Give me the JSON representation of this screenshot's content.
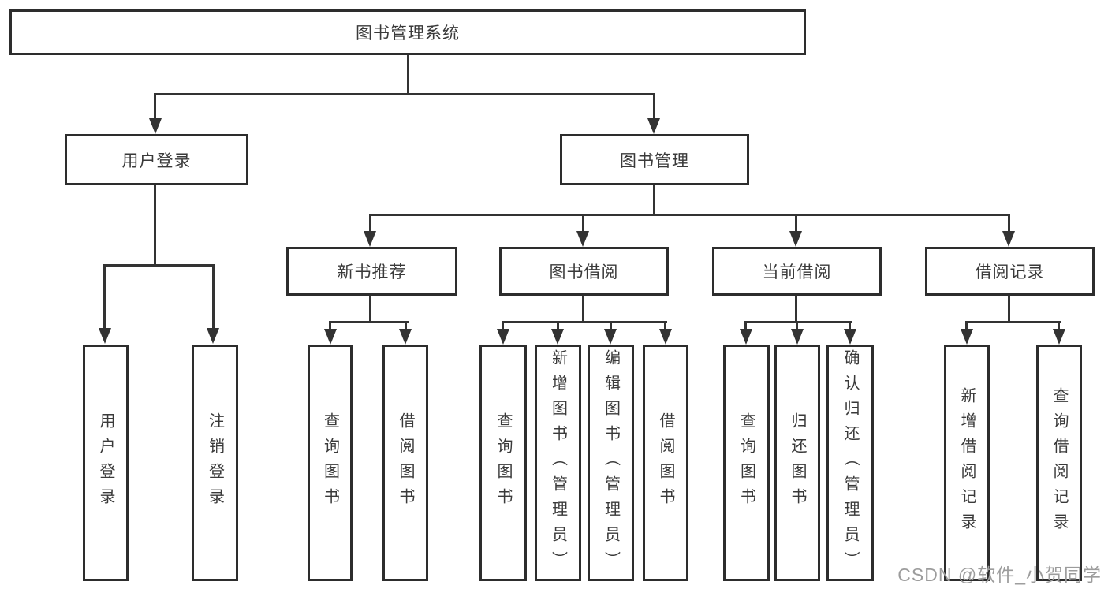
{
  "diagram": {
    "title": "图书管理系统",
    "level2": [
      {
        "label": "用户登录"
      },
      {
        "label": "图书管理"
      }
    ],
    "level3": [
      {
        "label": "新书推荐"
      },
      {
        "label": "图书借阅"
      },
      {
        "label": "当前借阅"
      },
      {
        "label": "借阅记录"
      }
    ],
    "leaves": [
      {
        "label": "用户登录"
      },
      {
        "label": "注销登录"
      },
      {
        "label": "查询图书"
      },
      {
        "label": "借阅图书"
      },
      {
        "label": "查询图书"
      },
      {
        "label": "新增图书（管理员）"
      },
      {
        "label": "编辑图书（管理员）"
      },
      {
        "label": "借阅图书"
      },
      {
        "label": "查询图书"
      },
      {
        "label": "归还图书"
      },
      {
        "label": "确认归还（管理员）"
      },
      {
        "label": "新增借阅记录"
      },
      {
        "label": "查询借阅记录"
      }
    ],
    "watermark": "CSDN @软件_小贺同学",
    "colors": {
      "line": "#333333",
      "box_border": "#2d2d2d",
      "text": "#3a3a3a",
      "watermark": "#9c9c9c",
      "background": "#ffffff"
    }
  }
}
